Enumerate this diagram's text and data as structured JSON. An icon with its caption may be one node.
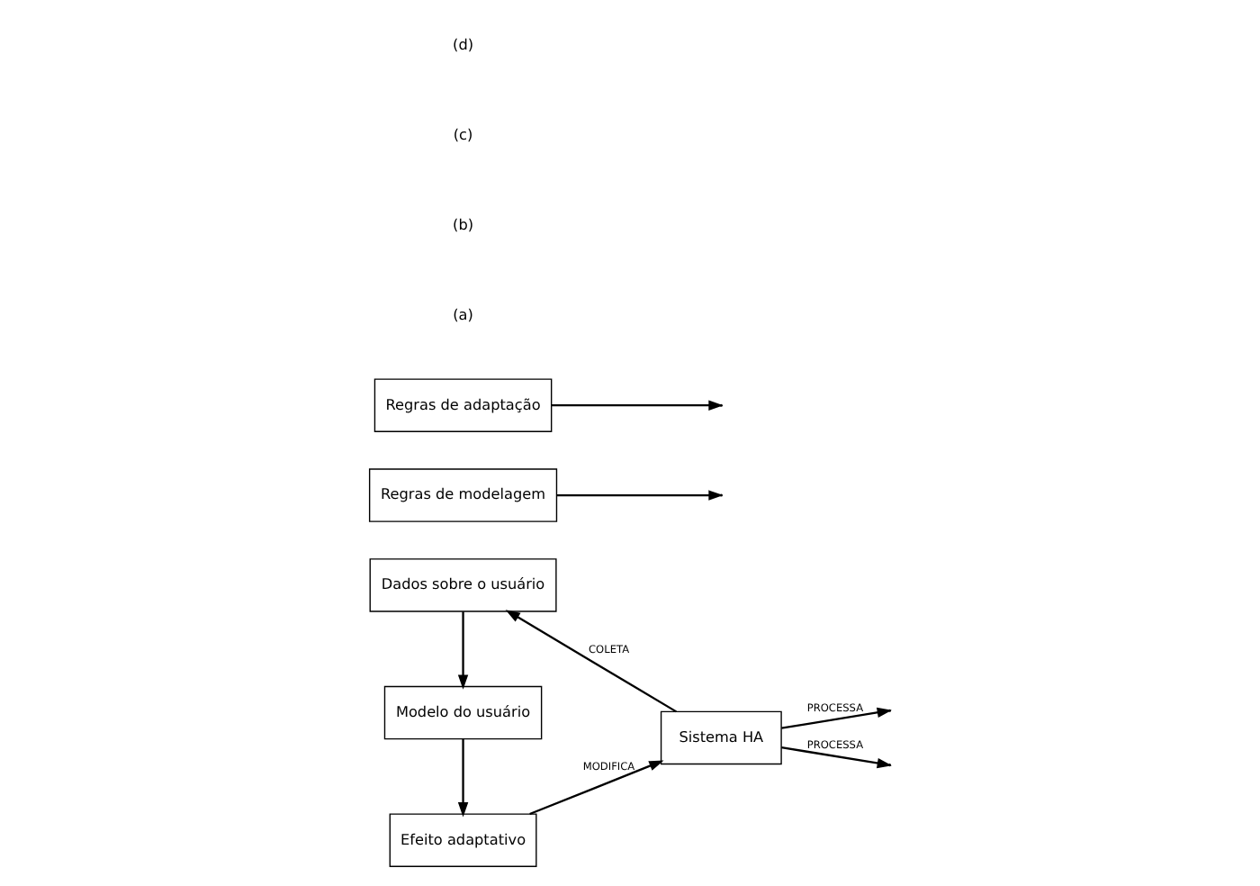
{
  "diagram": {
    "nodes": [
      {
        "text": [
          "Dados sobre o usuário"
        ]
      },
      {
        "text": [
          "Regras de modelagem"
        ]
      },
      {
        "text": [
          "Sistema HA"
        ]
      },
      {
        "text": [
          "Modelo do usuário"
        ]
      },
      {
        "text": [
          "Regras de adaptação"
        ]
      },
      {
        "text": [
          "Efeito adaptativo"
        ]
      }
    ],
    "edges": [
      {
        "from": 2,
        "to": 0,
        "arrow": "to",
        "label": "COLETA"
      },
      {
        "from": 2,
        "to": null,
        "arrow": "to",
        "label": "PROCESSA"
      },
      {
        "from": 1,
        "to": null,
        "arrow": "to"
      },
      {
        "from": 0,
        "to": 3,
        "arrow": "to"
      },
      {
        "from": 2,
        "to": null,
        "arrow": "to",
        "label": "PROCESSA"
      },
      {
        "from": 4,
        "to": null,
        "arrow": "to"
      },
      {
        "from": 3,
        "to": 5,
        "arrow": "to"
      },
      {
        "from": 5,
        "to": 2,
        "arrow": "to",
        "label": "MODIFICA"
      }
    ],
    "labels": [
      "(a)",
      "(b)",
      "(c)",
      "(d)"
    ]
  }
}
